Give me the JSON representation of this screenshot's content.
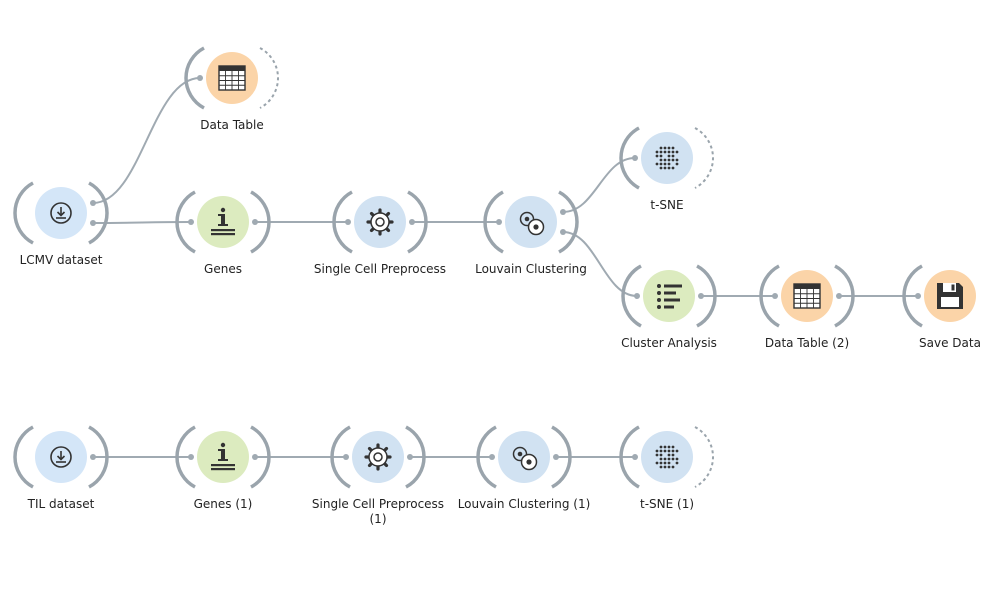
{
  "workflow": {
    "nodes": [
      {
        "id": "n1",
        "label": "LCMV dataset",
        "icon": "download-icon",
        "category": "data"
      },
      {
        "id": "n2",
        "label": "Data Table",
        "icon": "table-icon",
        "category": "table"
      },
      {
        "id": "n3",
        "label": "Genes",
        "icon": "info-icon",
        "category": "genes"
      },
      {
        "id": "n4",
        "label": "Single Cell Preprocess",
        "icon": "gear-icon",
        "category": "process"
      },
      {
        "id": "n5",
        "label": "Louvain Clustering",
        "icon": "cluster-icon",
        "category": "process"
      },
      {
        "id": "n6",
        "label": "t-SNE",
        "icon": "dots-grid-icon",
        "category": "process"
      },
      {
        "id": "n7",
        "label": "Cluster Analysis",
        "icon": "list-icon",
        "category": "genes"
      },
      {
        "id": "n8",
        "label": "Data Table (2)",
        "icon": "table-icon",
        "category": "table"
      },
      {
        "id": "n9",
        "label": "Save Data",
        "icon": "save-icon",
        "category": "table"
      },
      {
        "id": "n10",
        "label": "TIL dataset",
        "icon": "download-icon",
        "category": "data"
      },
      {
        "id": "n11",
        "label": "Genes (1)",
        "icon": "info-icon",
        "category": "genes"
      },
      {
        "id": "n12",
        "label": "Single Cell Preprocess\n(1)",
        "icon": "gear-icon",
        "category": "process"
      },
      {
        "id": "n13",
        "label": "Louvain Clustering (1)",
        "icon": "cluster-icon",
        "category": "process"
      },
      {
        "id": "n14",
        "label": "t-SNE (1)",
        "icon": "dots-grid-icon",
        "category": "process"
      }
    ],
    "links": [
      {
        "from": "n1",
        "to": "n2"
      },
      {
        "from": "n1",
        "to": "n3"
      },
      {
        "from": "n3",
        "to": "n4"
      },
      {
        "from": "n4",
        "to": "n5"
      },
      {
        "from": "n5",
        "to": "n6"
      },
      {
        "from": "n5",
        "to": "n7"
      },
      {
        "from": "n7",
        "to": "n8"
      },
      {
        "from": "n8",
        "to": "n9"
      },
      {
        "from": "n10",
        "to": "n11"
      },
      {
        "from": "n11",
        "to": "n12"
      },
      {
        "from": "n12",
        "to": "n13"
      },
      {
        "from": "n13",
        "to": "n14"
      }
    ],
    "colors": {
      "data": {
        "fill": "#d4e6f8",
        "icon": "#333333"
      },
      "table": {
        "fill": "#fbd4a8",
        "icon": "#333333"
      },
      "genes": {
        "fill": "#dcebbf",
        "icon": "#333333"
      },
      "process": {
        "fill": "#d1e2f2",
        "icon": "#333333"
      },
      "link": "#a0aab2",
      "bracket": "#9aa4ac",
      "label": "#222222"
    }
  }
}
